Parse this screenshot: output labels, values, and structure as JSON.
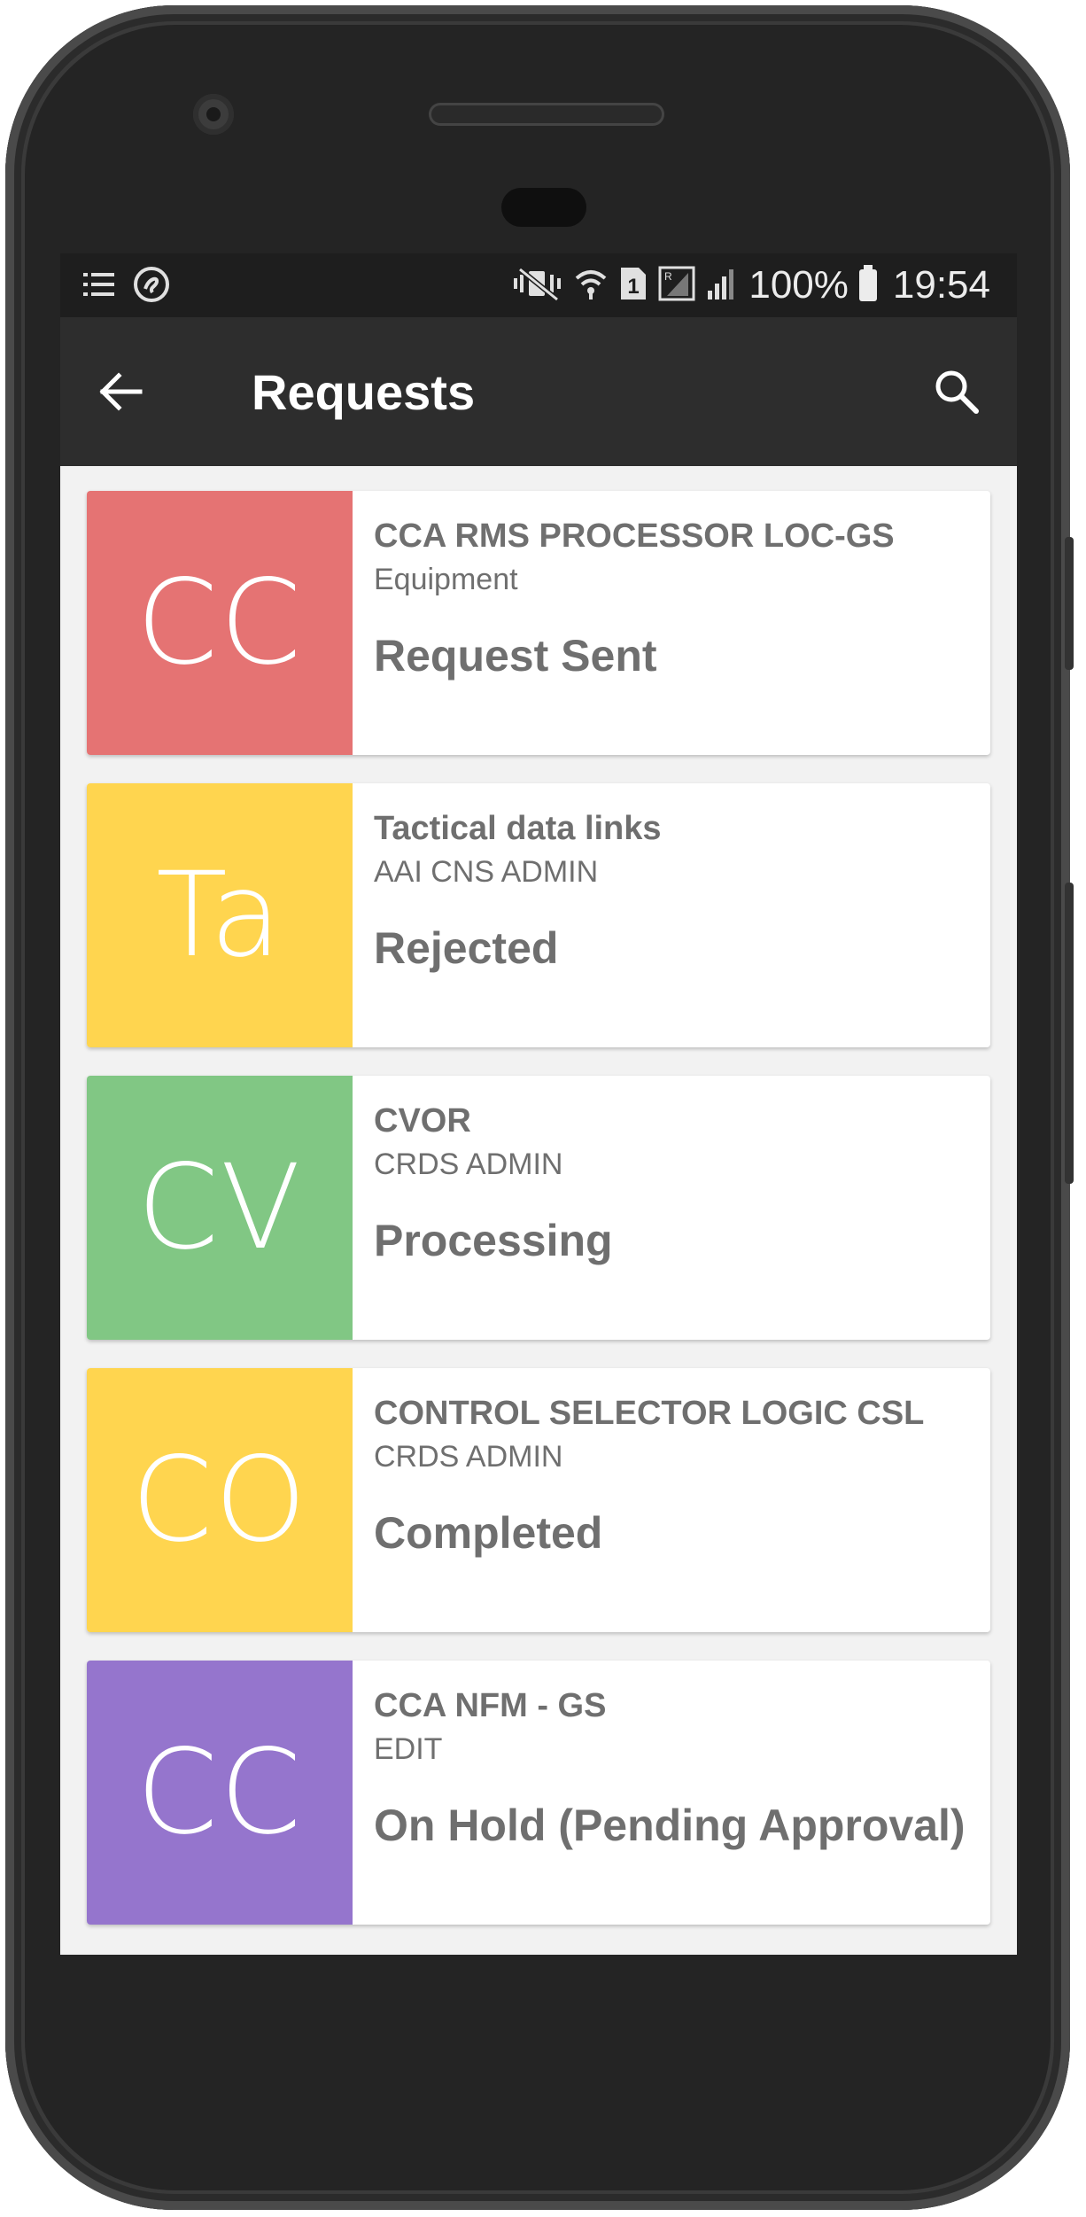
{
  "status_bar": {
    "left_icons": [
      "notification-list-icon",
      "app-notification-icon"
    ],
    "right_icons": [
      "mute-vibrate-icon",
      "wifi-icon",
      "sim-1-icon",
      "roaming-signal-icon",
      "cell-signal-icon"
    ],
    "sim_slot": "1",
    "battery_percent": "100%",
    "time": "19:54"
  },
  "app_bar": {
    "title": "Requests",
    "back_icon": "arrow-back-icon",
    "search_icon": "search-icon"
  },
  "requests": [
    {
      "initials": "CC",
      "title": "CCA RMS PROCESSOR LOC-GS",
      "subtitle": "Equipment",
      "status": "Request Sent",
      "color": "#E57373"
    },
    {
      "initials": "Ta",
      "title": "Tactical data links",
      "subtitle": "AAI CNS ADMIN",
      "status": "Rejected",
      "color": "#FFD54F"
    },
    {
      "initials": "CV",
      "title": "CVOR",
      "subtitle": "CRDS ADMIN",
      "status": "Processing",
      "color": "#81C784"
    },
    {
      "initials": "CO",
      "title": "CONTROL SELECTOR LOGIC CSL",
      "subtitle": "CRDS ADMIN",
      "status": "Completed",
      "color": "#FFD54F"
    },
    {
      "initials": "CC",
      "title": "CCA NFM - GS",
      "subtitle": "EDIT",
      "status": "On Hold (Pending Approval)",
      "color": "#9575CD"
    }
  ],
  "colors": {
    "app_bar": "#2D2D2D",
    "status_bar": "#1E1E1E",
    "list_background": "#F2F2F2",
    "text": "#6F6F6F"
  }
}
